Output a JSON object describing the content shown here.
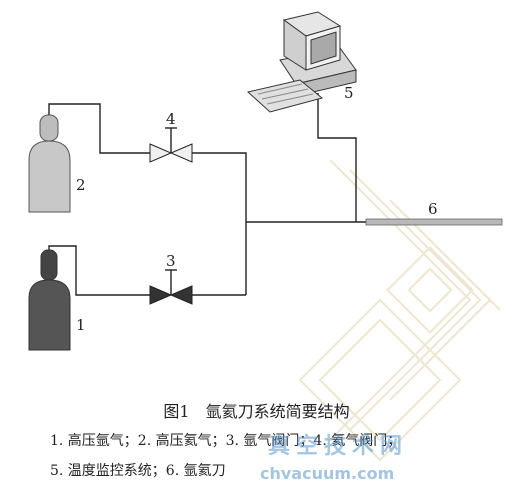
{
  "diagram": {
    "labels": {
      "argon_cylinder": "1",
      "helium_cylinder": "2",
      "argon_valve": "3",
      "helium_valve": "4",
      "control_computer": "5",
      "probe": "6"
    }
  },
  "caption": "图1　氩氦刀系统简要结构",
  "legend": {
    "line1": "1. 高压氩气；2. 高压氦气；3. 氩气阀门；4. 氦气阀门；",
    "line2": "5. 温度监控系统；6. 氩氦刀"
  },
  "watermark": {
    "cn": "真空技术网",
    "url": "chvacuum.com"
  },
  "colors": {
    "helium_cylinder": "#c8c8c8",
    "argon_cylinder": "#555555",
    "line": "#222222",
    "probe": "#b8b8b8",
    "watermark_pattern": "#efe6d0"
  }
}
